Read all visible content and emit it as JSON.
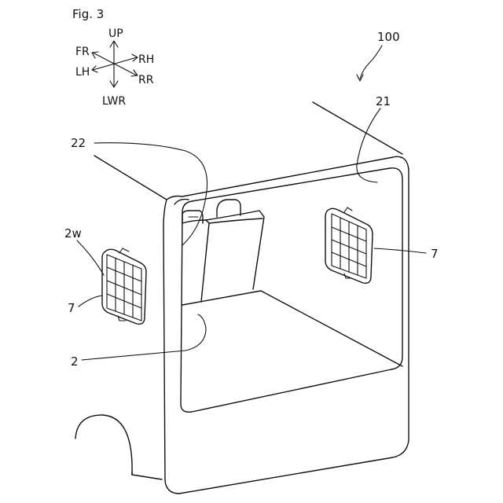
{
  "figure": {
    "title": "Fig. 3"
  },
  "directions": {
    "up": "UP",
    "lower": "LWR",
    "front": "FR",
    "rear": "RR",
    "left": "LH",
    "right": "RH"
  },
  "reference_labels": {
    "vehicle": "100",
    "cargo_opening": "21",
    "seat": "22",
    "side_wall": "2w",
    "vent_left": "7",
    "vent_right": "7",
    "floor": "2"
  }
}
